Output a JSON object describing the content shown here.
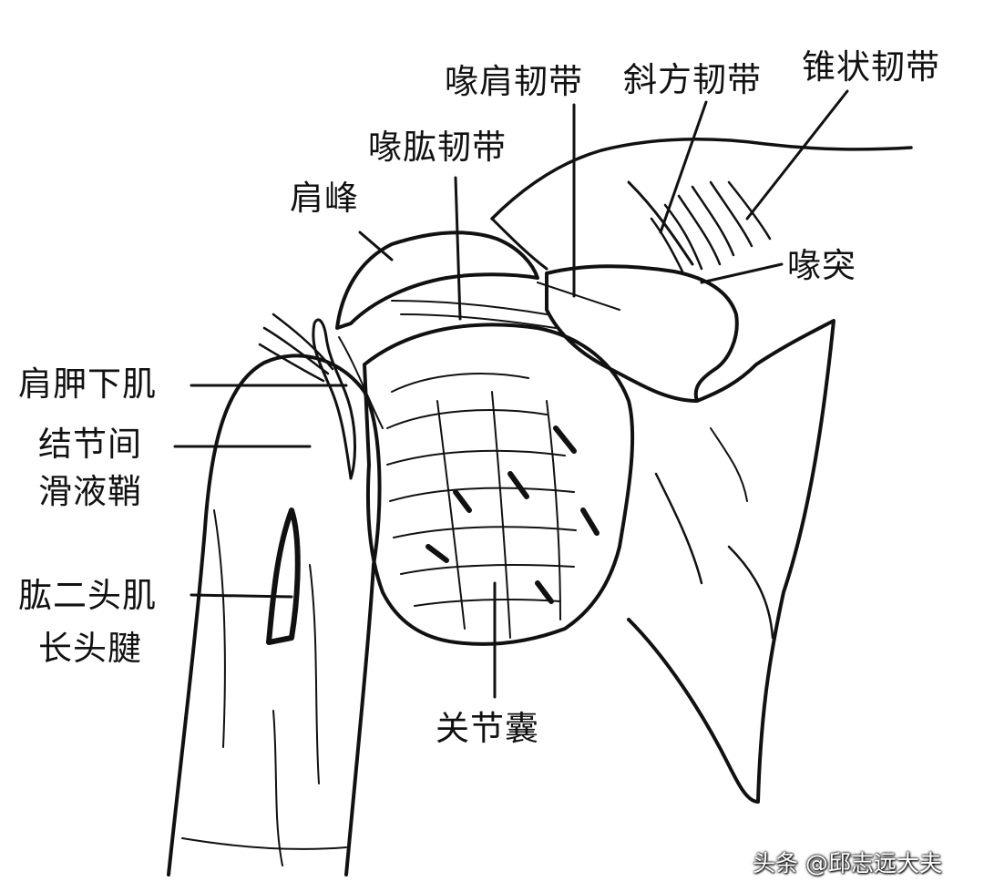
{
  "labels": {
    "coracoacromial_ligament": "喙肩韧带",
    "trapezoid_ligament": "斜方韧带",
    "conoid_ligament": "锥状韧带",
    "coracohumeral_ligament": "喙肱韧带",
    "acromion": "肩峰",
    "coracoid_process": "喙突",
    "subscapularis": "肩胛下肌",
    "intertubercular_sheath_line1": "结节间",
    "intertubercular_sheath_line2": "滑液鞘",
    "biceps_tendon_line1": "肱二头肌",
    "biceps_tendon_line2": "长头腱",
    "joint_capsule": "关节囊"
  },
  "watermark": "头条 @邱志远大夫",
  "colors": {
    "ink": "#111111",
    "paper": "#ffffff"
  }
}
